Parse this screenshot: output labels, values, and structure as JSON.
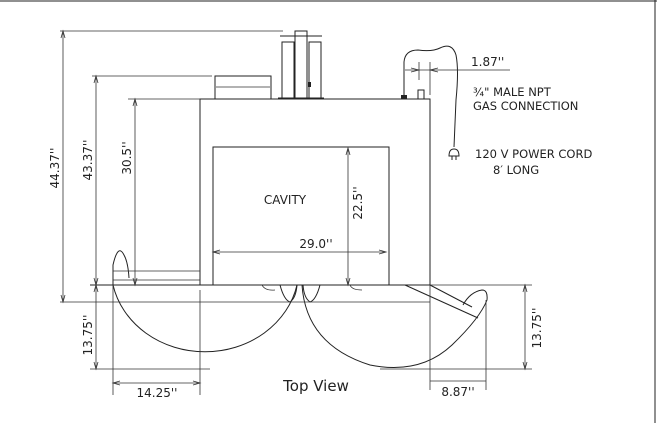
{
  "dimensions": {
    "overall_height": "44.37''",
    "door_height": "43.37''",
    "body_height": "30.5''",
    "cavity_height": "22.5''",
    "cavity_width": "29.0''",
    "door_depth_left": "13.75''",
    "door_depth_right": "13.75''",
    "door_width_left": "14.25''",
    "door_width_right": "8.87''",
    "gas_offset": "1.87''"
  },
  "labels": {
    "cavity": "CAVITY",
    "gas_line1": "¾\" MALE NPT",
    "gas_line2": "GAS CONNECTION",
    "power_line1": "120 V POWER CORD",
    "power_line2": "8′  LONG",
    "view_title": "Top View"
  }
}
